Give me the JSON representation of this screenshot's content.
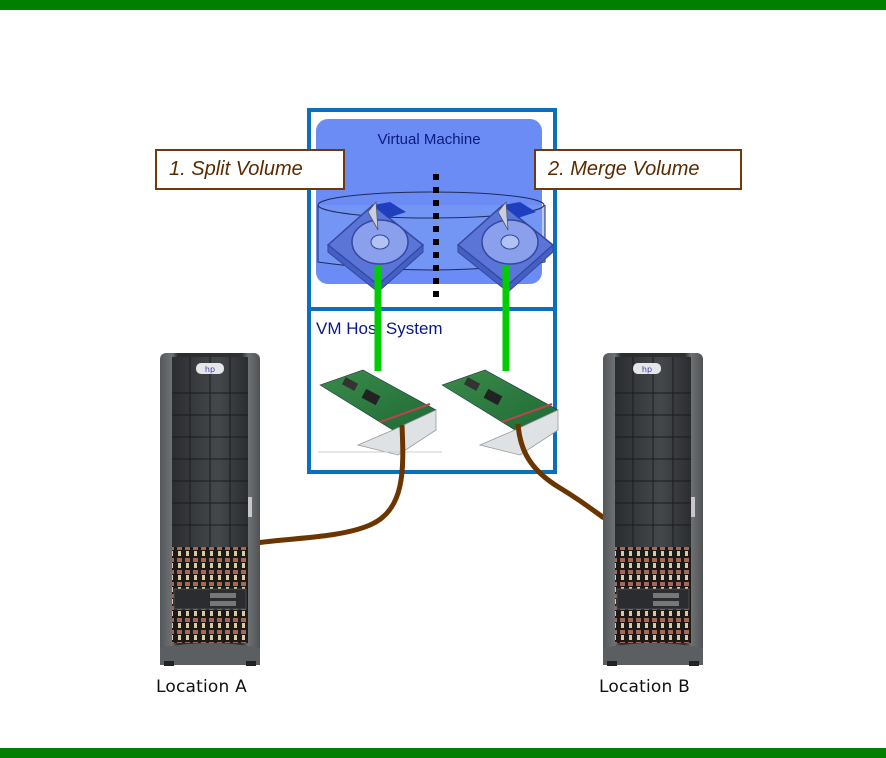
{
  "diagram": {
    "title": "Virtual machine volume split/merge across two storage locations",
    "virtual_machine": {
      "label": "Virtual Machine",
      "disk_count": 2
    },
    "host": {
      "label": "VM Host System",
      "adapter_count": 2
    },
    "steps": [
      {
        "label": "1. Split Volume"
      },
      {
        "label": "2. Merge Volume"
      }
    ],
    "locations": [
      {
        "label": "Location A"
      },
      {
        "label": "Location B"
      }
    ],
    "colors": {
      "frame_bars": "#007f00",
      "host_border": "#0a70bc",
      "vm_fill": "#6b8cf5",
      "vm_text": "#0b1a80",
      "virtual_link": "#00cc00",
      "cable": "#6b3500",
      "step_border": "#6e3a0c"
    }
  }
}
